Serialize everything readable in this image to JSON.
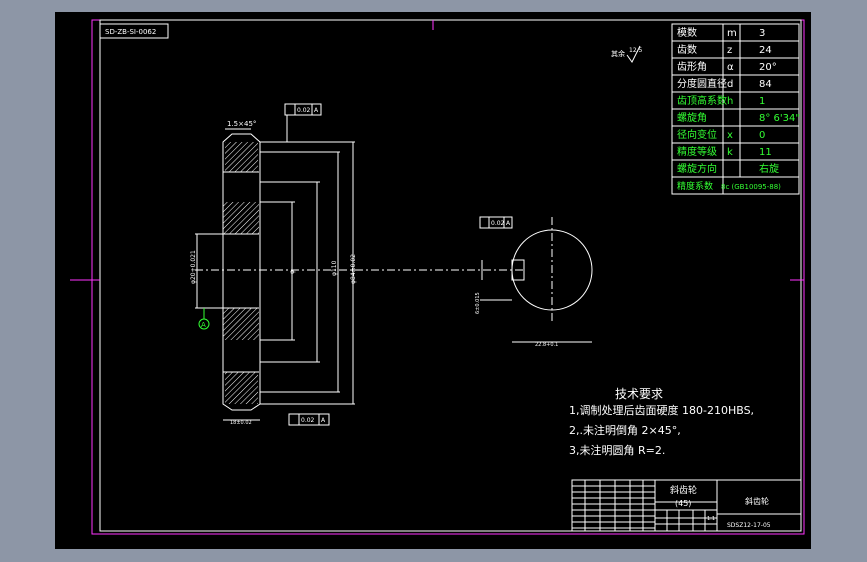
{
  "drawing_number_box": "SD-ZB-SI-0062",
  "roughness": {
    "label": "其余",
    "value": "12.5"
  },
  "chamfer_note": "1.5×45°",
  "tolerance_frames": {
    "top_left": {
      "value": "0.02",
      "datum": "A"
    },
    "bottom_right": {
      "value": "0.02",
      "datum": "A"
    },
    "keyway": {
      "value": "0.02",
      "datum": "A"
    }
  },
  "dimensions": {
    "bore": "φ20+0.021",
    "root": "φ",
    "ref": "φ110",
    "outer": "φ84±0.02",
    "hub_width": "18±0.02",
    "keyway_width": "6±0.015",
    "keyway_depth": "22.8+0.1"
  },
  "datum_label": "A",
  "params": [
    {
      "name": "模数",
      "symbol": "m",
      "value": "3"
    },
    {
      "name": "齿数",
      "symbol": "z",
      "value": "24"
    },
    {
      "name": "齿形角",
      "symbol": "α",
      "value": "20°"
    },
    {
      "name": "分度圆直径",
      "symbol": "d",
      "value": "84"
    },
    {
      "name": "齿顶高系数",
      "symbol": "h",
      "value": "1"
    },
    {
      "name": "螺旋角",
      "symbol": "",
      "value": "8° 6'34\""
    },
    {
      "name": "径向变位",
      "symbol": "x",
      "value": "0"
    },
    {
      "name": "精度等级",
      "symbol": "k",
      "value": "11"
    },
    {
      "name": "螺旋方向",
      "symbol": "",
      "value": "右旋"
    },
    {
      "name": "精度系数",
      "symbol": "",
      "value": "8c (GB10095-88)"
    }
  ],
  "tech_requirements": {
    "title": "技术要求",
    "items": [
      "1,调制处理后齿面硬度 180-210HBS,",
      "2,.未注明倒角 2×45°,",
      "3,未注明圆角 R=2."
    ]
  },
  "title_block": {
    "part_name": "斜齿轮",
    "material": "(45)",
    "drawing_title": "斜齿轮",
    "drawing_code": "SDSZ12-17-05",
    "scale": "1:1"
  },
  "colors": {
    "line": "#ffffff",
    "accent": "#33ff33",
    "frame": "#ff33ff",
    "bg": "#000000"
  }
}
